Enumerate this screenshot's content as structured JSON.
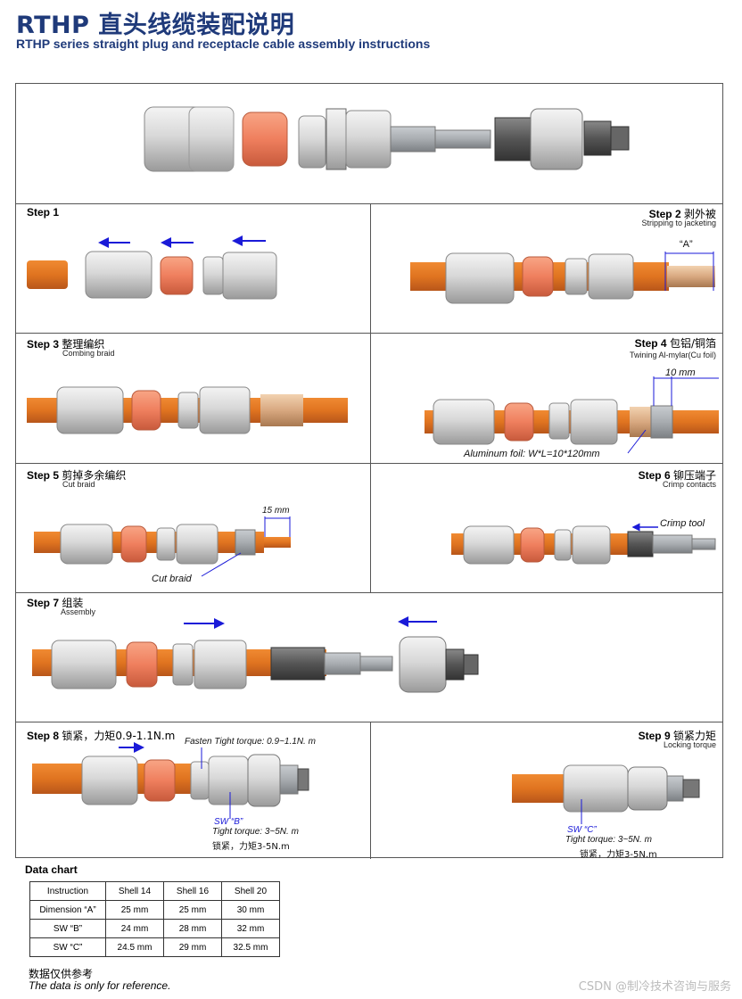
{
  "header": {
    "title_cn": "RTHP 直头线缆装配说明",
    "title_en": "RTHP series straight plug and receptacle cable assembly instructions"
  },
  "steps": {
    "s1": {
      "label": "Step 1",
      "cn": "",
      "en": ""
    },
    "s2": {
      "label": "Step 2",
      "cn": "剥外被",
      "en": "Stripping to jacketing"
    },
    "s3": {
      "label": "Step 3",
      "cn": "整理编织",
      "en": "Combing braid"
    },
    "s4": {
      "label": "Step 4",
      "cn": "包铝/铜箔",
      "en": "Twining Al-mylar(Cu foil)"
    },
    "s5": {
      "label": "Step 5",
      "cn": "剪掉多余编织",
      "en": "Cut braid"
    },
    "s6": {
      "label": "Step 6",
      "cn": "铆压端子",
      "en": "Crimp contacts"
    },
    "s7": {
      "label": "Step 7",
      "cn": "组装",
      "en": "Assembly"
    },
    "s8": {
      "label": "Step 8",
      "cn": "锁紧，力矩0.9-1.1N.m",
      "en": ""
    },
    "s9": {
      "label": "Step 9",
      "cn": "锁紧力矩",
      "en": "Locking torque"
    }
  },
  "annotations": {
    "a_label": "“A”",
    "ten_mm": "10 mm",
    "aluminum_foil": "Aluminum foil: W*L=10*120mm",
    "fifteen_mm": "15 mm",
    "cut_braid": "Cut braid",
    "crimp_tool": "Crimp tool",
    "fasten": "Fasten Tight torque: 0.9~1.1N. m",
    "sw_b": "SW “B”",
    "sw_b_torque": "Tight torque: 3~5N. m",
    "sw_b_cn": "锁紧，力矩3-5N.m",
    "sw_c": "SW “C”",
    "sw_c_torque": "Tight torque: 3~5N. m",
    "sw_c_cn": "锁紧，力矩3-5N.m"
  },
  "data_chart": {
    "title": "Data chart",
    "headers": [
      "Instruction",
      "Shell 14",
      "Shell 16",
      "Shell 20"
    ],
    "rows": [
      [
        "Dimension “A”",
        "25 mm",
        "25 mm",
        "30 mm"
      ],
      [
        "SW “B”",
        "24 mm",
        "28 mm",
        "32 mm"
      ],
      [
        "SW “C”",
        "24.5 mm",
        "29 mm",
        "32.5 mm"
      ]
    ]
  },
  "footer": {
    "note_cn": "数据仅供参考",
    "note_en": "The data is only for reference.",
    "watermark": "CSDN @制冷技术咨询与服务"
  },
  "colors": {
    "title": "#1f3a7a",
    "cable": "#e07420",
    "seal": "#f08a6a",
    "metal": "#dcdcdc",
    "arrow": "#1a1ad8"
  }
}
